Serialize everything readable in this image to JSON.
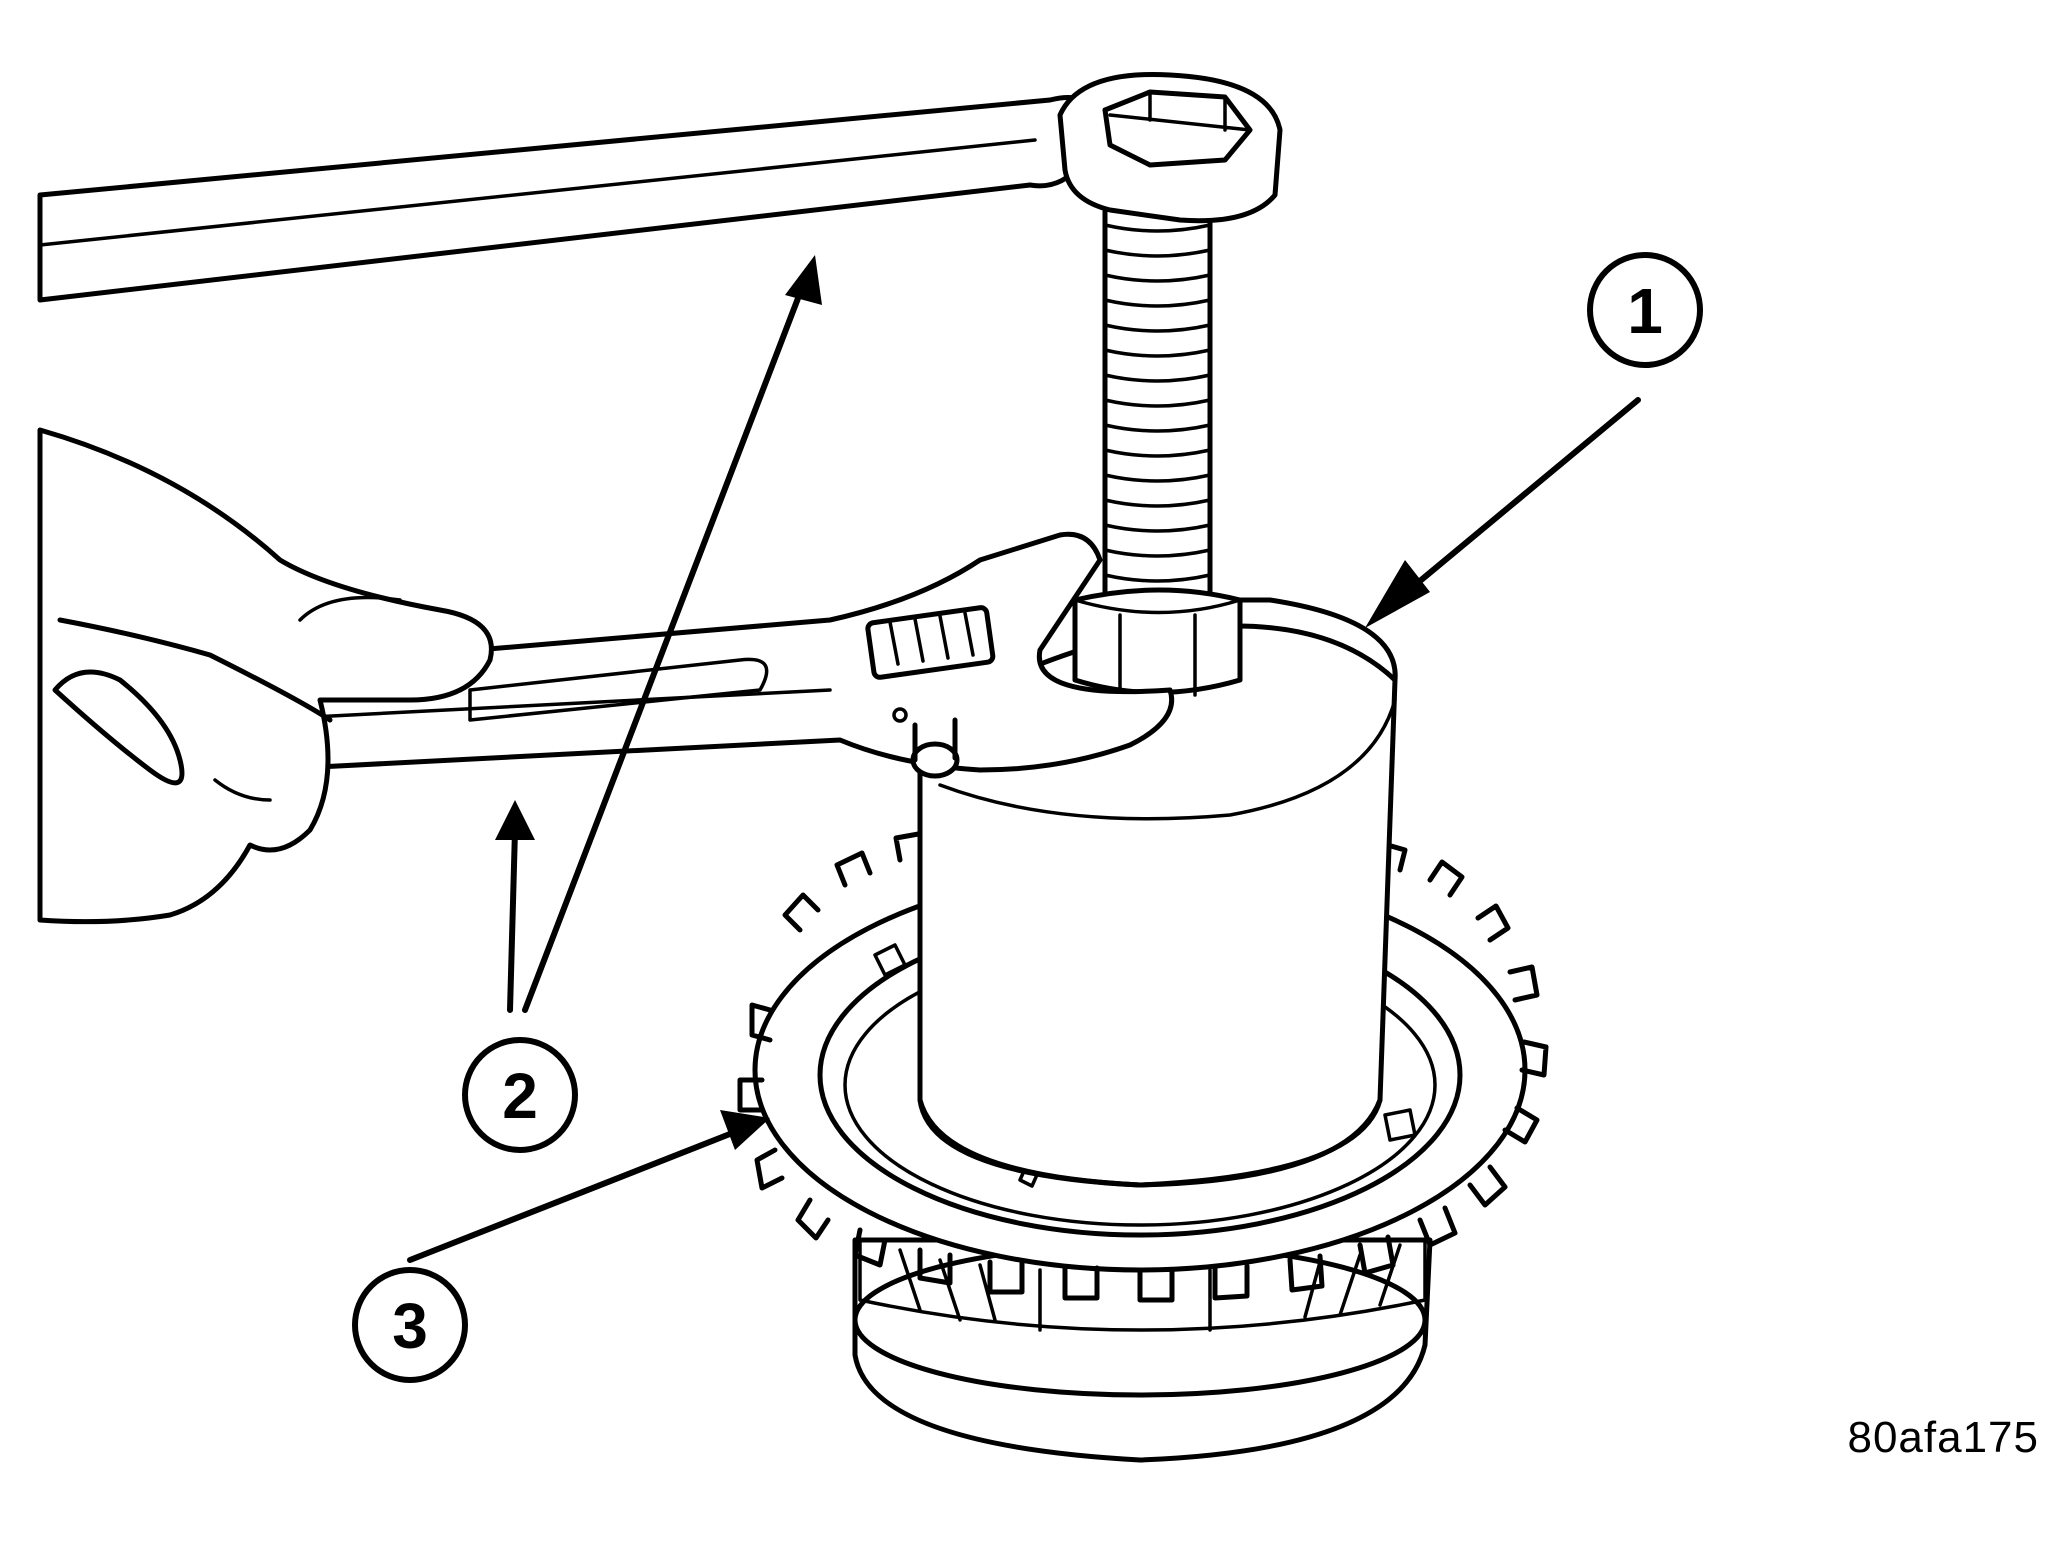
{
  "callouts": [
    {
      "label": "1"
    },
    {
      "label": "2"
    },
    {
      "label": "3"
    }
  ],
  "figure_code": "80afa175"
}
